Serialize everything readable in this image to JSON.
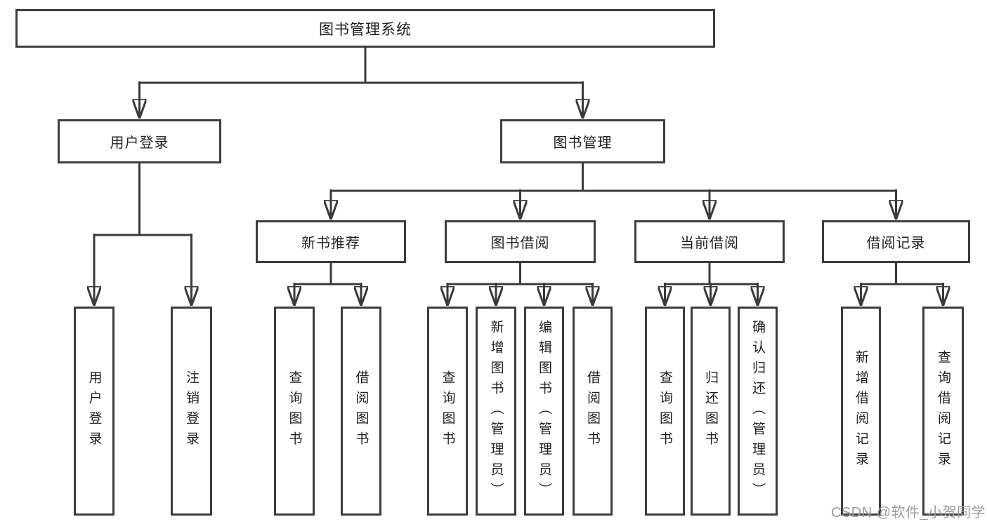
{
  "diagram": {
    "tree": {
      "root": "图书管理系统",
      "branches": [
        {
          "label": "用户登录",
          "children": [
            "用户登录",
            "注销登录"
          ]
        },
        {
          "label": "图书管理",
          "children": [
            {
              "label": "新书推荐",
              "children": [
                "查询图书",
                "借阅图书"
              ]
            },
            {
              "label": "图书借阅",
              "children": [
                "查询图书",
                "新增图书（管理员）",
                "编辑图书（管理员）",
                "借阅图书"
              ]
            },
            {
              "label": "当前借阅",
              "children": [
                "查询图书",
                "归还图书",
                "确认归还（管理员）"
              ]
            },
            {
              "label": "借阅记录",
              "children": [
                "新增借阅记录",
                "查询借阅记录"
              ]
            }
          ]
        }
      ]
    },
    "watermark": "CSDN @软件_小贺同学",
    "colors": {
      "line": "#3a3a3a",
      "border": "#3d3d3d",
      "text": "#1f1f1f",
      "watermark": "#9c9c9c",
      "bg": "#ffffff"
    }
  }
}
